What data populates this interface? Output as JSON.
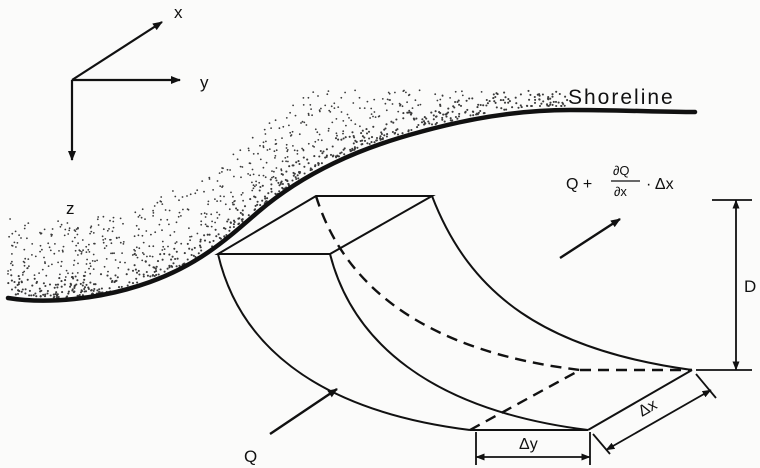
{
  "axes": {
    "x_label": "x",
    "y_label": "y",
    "z_label": "z"
  },
  "labels": {
    "shoreline": "Shoreline",
    "inflow": "Q",
    "outflow": "Q + ",
    "outflow_partial": "∂Q",
    "outflow_denominator": "∂x",
    "outflow_tail": "· Δx",
    "depth": "D",
    "delta_y": "Δy",
    "delta_x": "Δx"
  },
  "colors": {
    "ink": "#111111",
    "paper": "#fbfbfa",
    "sand": "#3a3a3a"
  }
}
